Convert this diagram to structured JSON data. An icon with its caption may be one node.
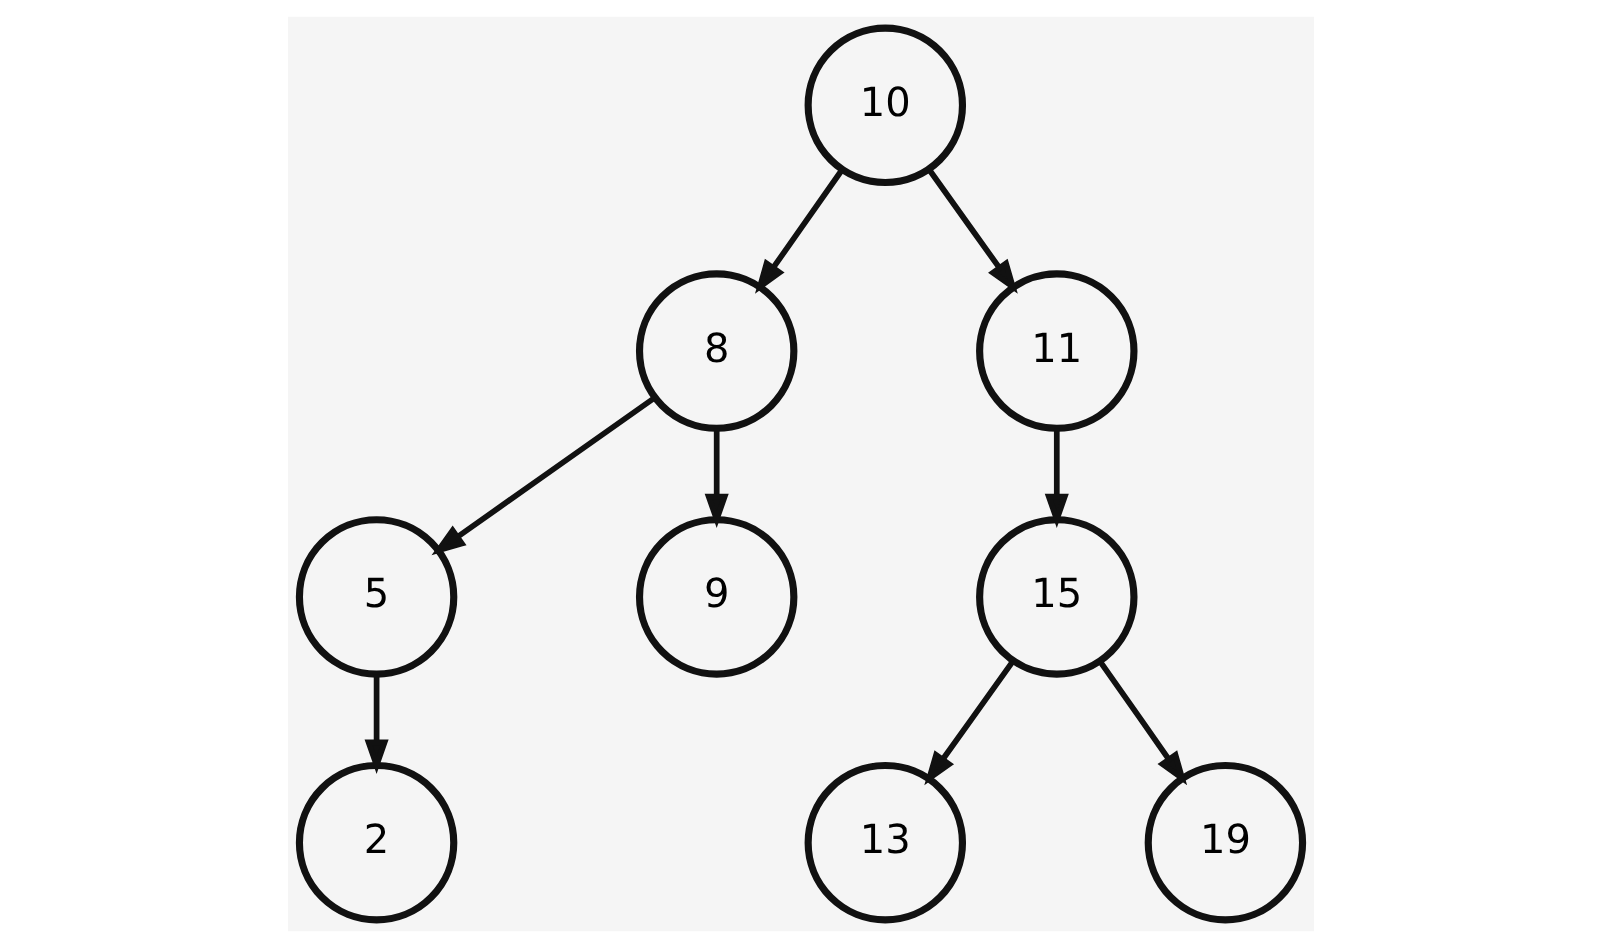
{
  "diagram": {
    "nodes": [
      {
        "text": [
          "10"
        ]
      },
      {
        "text": [
          "8"
        ]
      },
      {
        "text": [
          "11"
        ]
      },
      {
        "text": [
          "5"
        ]
      },
      {
        "text": [
          "9"
        ]
      },
      {
        "text": [
          "15"
        ]
      },
      {
        "text": [
          "2"
        ]
      },
      {
        "text": [
          "13"
        ]
      },
      {
        "text": [
          "19"
        ]
      }
    ],
    "edges": [
      {
        "from": 0,
        "to": 1,
        "arrow": "to"
      },
      {
        "from": 0,
        "to": 2,
        "arrow": "to"
      },
      {
        "from": 1,
        "to": 3,
        "arrow": "to"
      },
      {
        "from": 1,
        "to": 4,
        "arrow": "to"
      },
      {
        "from": 2,
        "to": 5,
        "arrow": "to"
      },
      {
        "from": 3,
        "to": 6,
        "arrow": "to"
      },
      {
        "from": 5,
        "to": 7,
        "arrow": "to"
      },
      {
        "from": 5,
        "to": 8,
        "arrow": "to"
      }
    ]
  }
}
